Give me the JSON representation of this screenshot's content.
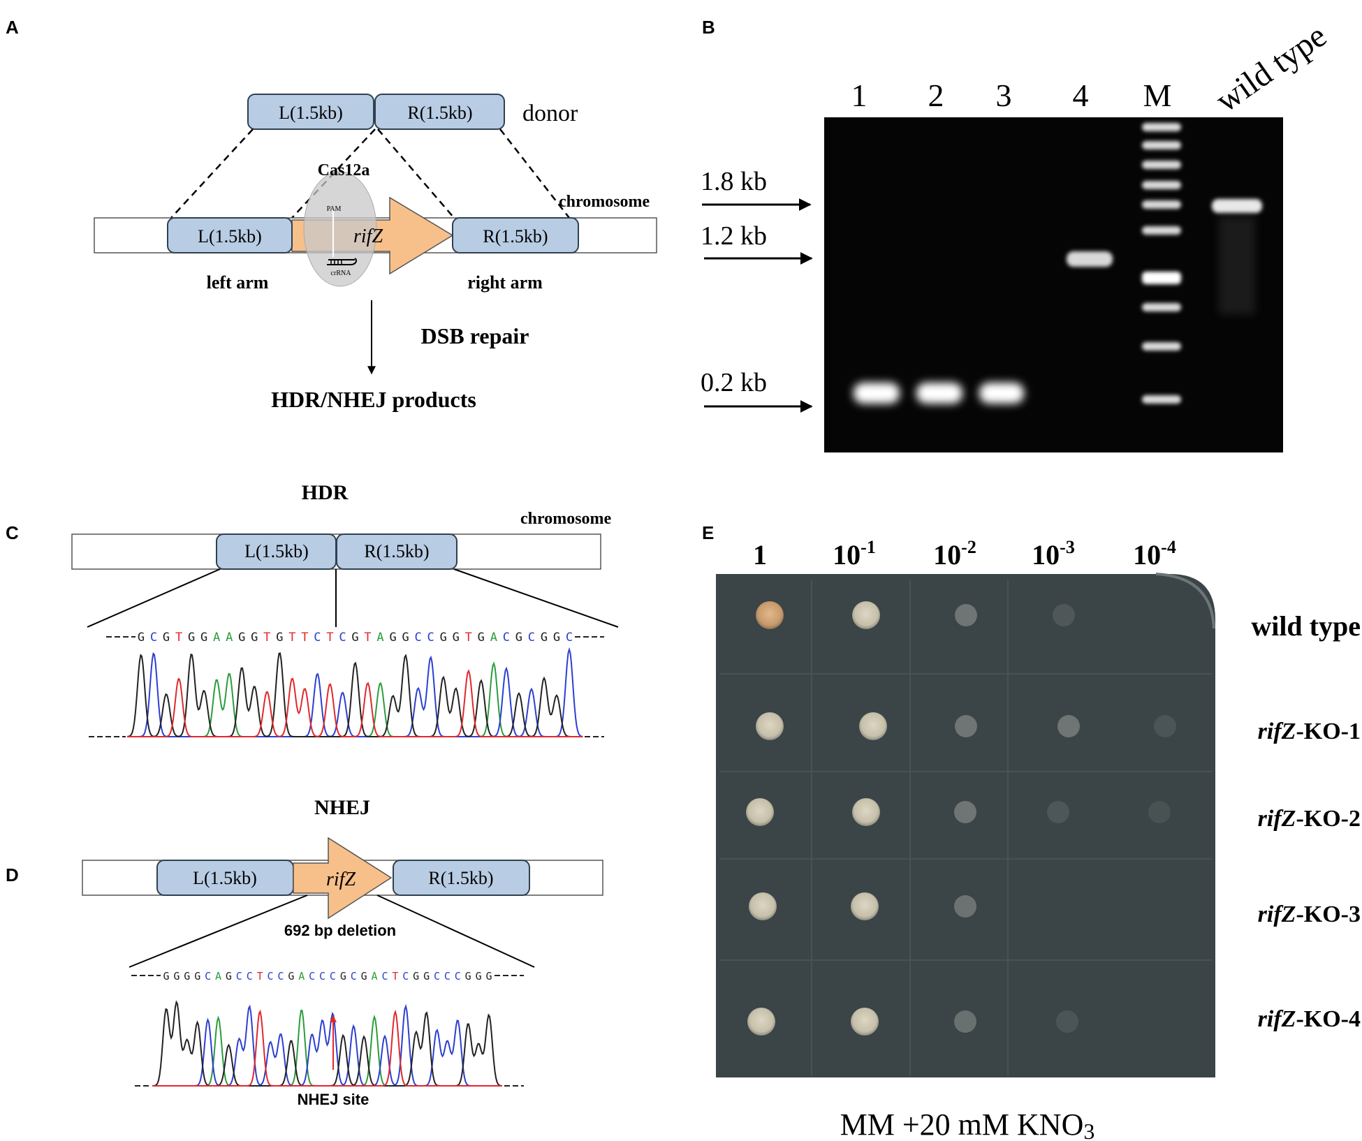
{
  "panel_letters": {
    "a": "A",
    "b": "B",
    "c": "C",
    "d": "D",
    "e": "E"
  },
  "panel_a": {
    "donor_left": "L(1.5kb)",
    "donor_right": "R(1.5kb)",
    "donor_label": "donor",
    "cas_label": "Cas12a",
    "pam_label": "PAM",
    "crrna_label": "crRNA",
    "chromosome_label": "chromosome",
    "left_box": "L(1.5kb)",
    "gene": "rifZ",
    "right_box": "R(1.5kb)",
    "left_arm": "left arm",
    "right_arm": "right arm",
    "repair": "DSB repair",
    "products": "HDR/NHEJ products"
  },
  "panel_b": {
    "lanes": [
      "1",
      "2",
      "3",
      "4",
      "M",
      "wild type"
    ],
    "size_markers": [
      "1.8 kb",
      "1.2 kb",
      "0.2 kb"
    ]
  },
  "panel_c": {
    "title": "HDR",
    "chromosome_label": "chromosome",
    "left_box": "L(1.5kb)",
    "right_box": "R(1.5kb)",
    "sequence": "GCGTGGAAGGTGTTCTCGTAGGCCGGTGACGCGGC"
  },
  "panel_d": {
    "title": "NHEJ",
    "left_box": "L(1.5kb)",
    "gene": "rifZ",
    "right_box": "R(1.5kb)",
    "deletion": "692 bp deletion",
    "sequence": "GGGGCAGCCTCCGACCCGCGACTCGGCCCGGG",
    "site_label": "NHEJ site"
  },
  "panel_e": {
    "dilutions": [
      {
        "base": "1",
        "exp": ""
      },
      {
        "base": "10",
        "exp": "-1"
      },
      {
        "base": "10",
        "exp": "-2"
      },
      {
        "base": "10",
        "exp": "-3"
      },
      {
        "base": "10",
        "exp": "-4"
      }
    ],
    "strains": [
      {
        "prefix": "",
        "name": "wild type"
      },
      {
        "prefix": "rifZ",
        "name": "-KO-1"
      },
      {
        "prefix": "rifZ",
        "name": "-KO-2"
      },
      {
        "prefix": "rifZ",
        "name": "-KO-3"
      },
      {
        "prefix": "rifZ",
        "name": "-KO-4"
      }
    ],
    "medium_main": "MM +20 mM KNO",
    "medium_sub": "3"
  },
  "colors": {
    "box_fill": "#b8cce4",
    "box_stroke": "#2f4050",
    "gene_fill": "#f7c08a",
    "cas_fill": "#c8c8c8",
    "gel_bg": "#050505",
    "plate_bg": "#3b4446",
    "base_A": "#2a9d3a",
    "base_C": "#2b3fd0",
    "base_G": "#222222",
    "base_T": "#e0282c",
    "nhej_arrow": "#e0282c"
  }
}
